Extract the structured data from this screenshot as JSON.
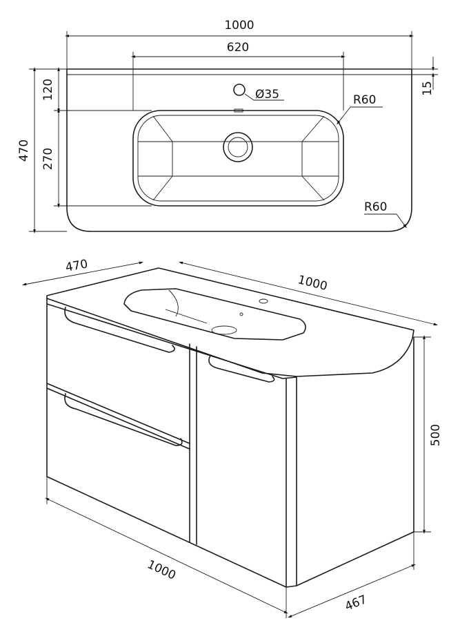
{
  "top_view": {
    "width_total": "1000",
    "basin_width": "620",
    "depth_total": "470",
    "back_to_basin": "120",
    "basin_depth": "270",
    "faucet_hole": "Ø35",
    "basin_radius": "R60",
    "thickness": "15",
    "corner_radius": "R60"
  },
  "iso_view": {
    "top_depth": "470",
    "top_width": "1000",
    "height": "500",
    "cabinet_width": "1000",
    "cabinet_depth": "467"
  }
}
